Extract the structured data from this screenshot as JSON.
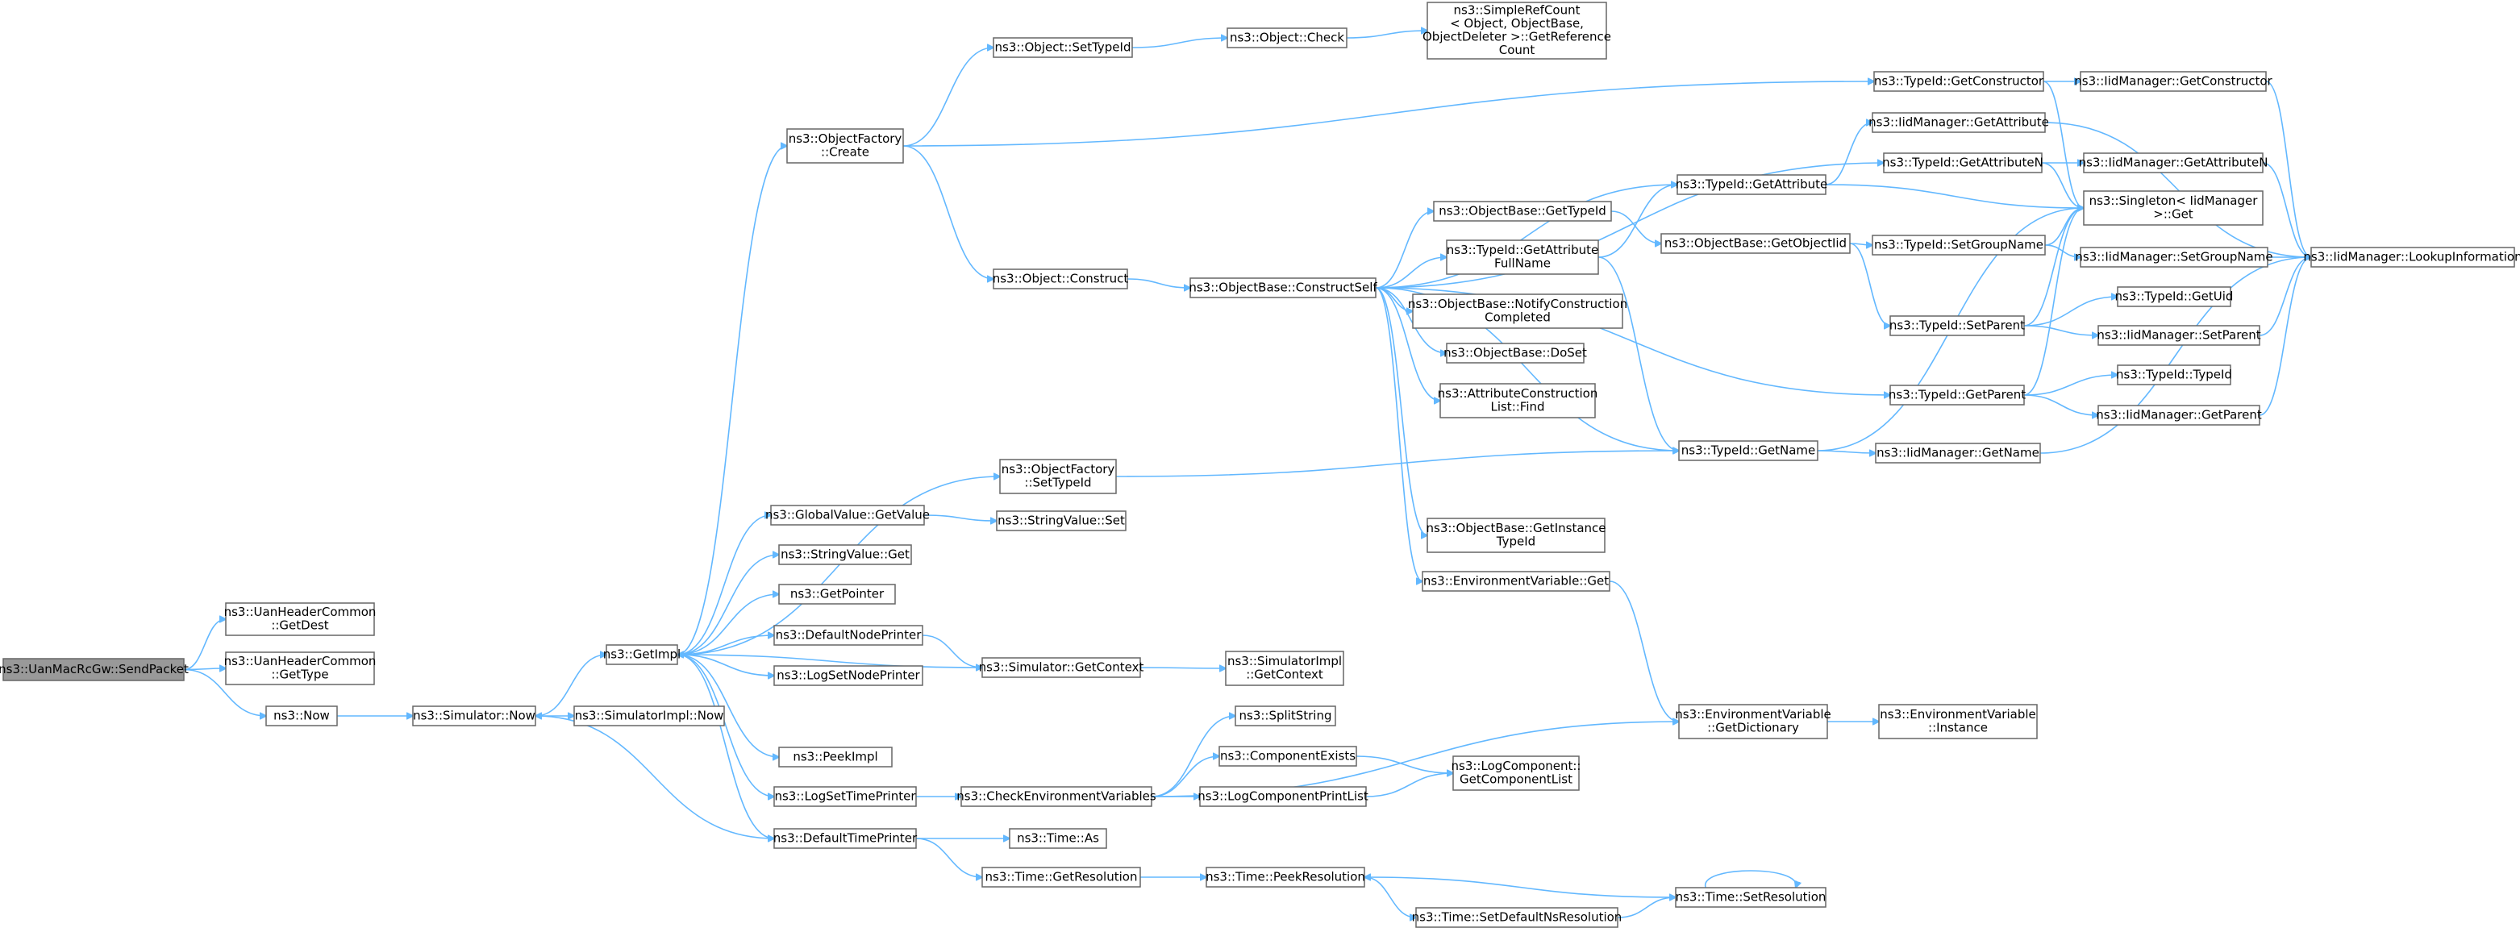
{
  "diagram": {
    "nodes": [
      {
        "id": "sendpacket",
        "lines": [
          "ns3::UanMacRcGw::SendPacket"
        ],
        "root": true
      },
      {
        "id": "getdest",
        "lines": [
          "ns3::UanHeaderCommon",
          "::GetDest"
        ]
      },
      {
        "id": "gettype",
        "lines": [
          "ns3::UanHeaderCommon",
          "::GetType"
        ]
      },
      {
        "id": "now",
        "lines": [
          "ns3::Now"
        ]
      },
      {
        "id": "sim_now",
        "lines": [
          "ns3::Simulator::Now"
        ]
      },
      {
        "id": "getimpl",
        "lines": [
          "ns3::GetImpl"
        ]
      },
      {
        "id": "simimpl_now",
        "lines": [
          "ns3::SimulatorImpl::Now"
        ]
      },
      {
        "id": "of_create",
        "lines": [
          "ns3::ObjectFactory",
          "::Create"
        ]
      },
      {
        "id": "of_settypeid",
        "lines": [
          "ns3::ObjectFactory",
          "::SetTypeId"
        ]
      },
      {
        "id": "gv_getvalue",
        "lines": [
          "ns3::GlobalValue::GetValue"
        ]
      },
      {
        "id": "sv_get",
        "lines": [
          "ns3::StringValue::Get"
        ]
      },
      {
        "id": "getpointer",
        "lines": [
          "ns3::GetPointer"
        ]
      },
      {
        "id": "defaultnodeprinter",
        "lines": [
          "ns3::DefaultNodePrinter"
        ]
      },
      {
        "id": "logsetnodeprinter",
        "lines": [
          "ns3::LogSetNodePrinter"
        ]
      },
      {
        "id": "peekimpl",
        "lines": [
          "ns3::PeekImpl"
        ]
      },
      {
        "id": "logsettimeprinter",
        "lines": [
          "ns3::LogSetTimePrinter"
        ]
      },
      {
        "id": "defaulttimeprinter",
        "lines": [
          "ns3::DefaultTimePrinter"
        ]
      },
      {
        "id": "obj_settypeid",
        "lines": [
          "ns3::Object::SetTypeId"
        ]
      },
      {
        "id": "obj_construct",
        "lines": [
          "ns3::Object::Construct"
        ]
      },
      {
        "id": "sv_set",
        "lines": [
          "ns3::StringValue::Set"
        ]
      },
      {
        "id": "sim_getcontext",
        "lines": [
          "ns3::Simulator::GetContext"
        ]
      },
      {
        "id": "checkenv",
        "lines": [
          "ns3::CheckEnvironmentVariables"
        ]
      },
      {
        "id": "time_as",
        "lines": [
          "ns3::Time::As"
        ]
      },
      {
        "id": "time_getres",
        "lines": [
          "ns3::Time::GetResolution"
        ]
      },
      {
        "id": "obj_check",
        "lines": [
          "ns3::Object::Check"
        ]
      },
      {
        "id": "simplerefcount",
        "lines": [
          "ns3::SimpleRefCount",
          "< Object, ObjectBase,",
          "ObjectDeleter >::GetReference",
          "Count"
        ]
      },
      {
        "id": "ob_constructself",
        "lines": [
          "ns3::ObjectBase::ConstructSelf"
        ]
      },
      {
        "id": "simimpl_getcontext",
        "lines": [
          "ns3::SimulatorImpl",
          "::GetContext"
        ]
      },
      {
        "id": "splitstring",
        "lines": [
          "ns3::SplitString"
        ]
      },
      {
        "id": "componentexists",
        "lines": [
          "ns3::ComponentExists"
        ]
      },
      {
        "id": "logcompprintlist",
        "lines": [
          "ns3::LogComponentPrintList"
        ]
      },
      {
        "id": "time_peekres",
        "lines": [
          "ns3::Time::PeekResolution"
        ]
      },
      {
        "id": "time_setdefaultns",
        "lines": [
          "ns3::Time::SetDefaultNsResolution"
        ]
      },
      {
        "id": "ob_gettypeid",
        "lines": [
          "ns3::ObjectBase::GetTypeId"
        ]
      },
      {
        "id": "tid_getattrfullname",
        "lines": [
          "ns3::TypeId::GetAttribute",
          "FullName"
        ]
      },
      {
        "id": "ob_notify",
        "lines": [
          "ns3::ObjectBase::NotifyConstruction",
          "Completed"
        ]
      },
      {
        "id": "ob_doset",
        "lines": [
          "ns3::ObjectBase::DoSet"
        ]
      },
      {
        "id": "acl_find",
        "lines": [
          "ns3::AttributeConstruction",
          "List::Find"
        ]
      },
      {
        "id": "ob_getinstancetypeid",
        "lines": [
          "ns3::ObjectBase::GetInstance",
          "TypeId"
        ]
      },
      {
        "id": "envvar_get",
        "lines": [
          "ns3::EnvironmentVariable::Get"
        ]
      },
      {
        "id": "logcomp_getlist",
        "lines": [
          "ns3::LogComponent::",
          "GetComponentList"
        ]
      },
      {
        "id": "tid_getattribute",
        "lines": [
          "ns3::TypeId::GetAttribute"
        ]
      },
      {
        "id": "tid_getname",
        "lines": [
          "ns3::TypeId::GetName"
        ]
      },
      {
        "id": "envvar_getdict",
        "lines": [
          "ns3::EnvironmentVariable",
          "::GetDictionary"
        ]
      },
      {
        "id": "time_setres",
        "lines": [
          "ns3::Time::SetResolution"
        ]
      },
      {
        "id": "ob_getobjectiid",
        "lines": [
          "ns3::ObjectBase::GetObjectIid"
        ]
      },
      {
        "id": "tid_getconstructor",
        "lines": [
          "ns3::TypeId::GetConstructor"
        ]
      },
      {
        "id": "iid_getattribute",
        "lines": [
          "ns3::IidManager::GetAttribute"
        ]
      },
      {
        "id": "tid_getattributen",
        "lines": [
          "ns3::TypeId::GetAttributeN"
        ]
      },
      {
        "id": "tid_setgroupname",
        "lines": [
          "ns3::TypeId::SetGroupName"
        ]
      },
      {
        "id": "tid_setparent",
        "lines": [
          "ns3::TypeId::SetParent"
        ]
      },
      {
        "id": "tid_getparent",
        "lines": [
          "ns3::TypeId::GetParent"
        ]
      },
      {
        "id": "iid_getname",
        "lines": [
          "ns3::IidManager::GetName"
        ]
      },
      {
        "id": "envvar_instance",
        "lines": [
          "ns3::EnvironmentVariable",
          "::Instance"
        ]
      },
      {
        "id": "iid_getconstructor",
        "lines": [
          "ns3::IidManager::GetConstructor"
        ]
      },
      {
        "id": "iid_getattributen",
        "lines": [
          "ns3::IidManager::GetAttributeN"
        ]
      },
      {
        "id": "singleton_get",
        "lines": [
          "ns3::Singleton< IidManager",
          " >::Get"
        ]
      },
      {
        "id": "iid_setgroupname",
        "lines": [
          "ns3::IidManager::SetGroupName"
        ]
      },
      {
        "id": "tid_getuid",
        "lines": [
          "ns3::TypeId::GetUid"
        ]
      },
      {
        "id": "iid_setparent",
        "lines": [
          "ns3::IidManager::SetParent"
        ]
      },
      {
        "id": "tid_typeid",
        "lines": [
          "ns3::TypeId::TypeId"
        ]
      },
      {
        "id": "iid_getparent",
        "lines": [
          "ns3::IidManager::GetParent"
        ]
      },
      {
        "id": "iid_lookup",
        "lines": [
          "ns3::IidManager::LookupInformation"
        ]
      }
    ],
    "edges": [
      [
        "sendpacket",
        "getdest"
      ],
      [
        "sendpacket",
        "gettype"
      ],
      [
        "sendpacket",
        "now"
      ],
      [
        "now",
        "sim_now"
      ],
      [
        "sim_now",
        "getimpl"
      ],
      [
        "sim_now",
        "simimpl_now"
      ],
      [
        "getimpl",
        "of_create"
      ],
      [
        "getimpl",
        "of_settypeid"
      ],
      [
        "getimpl",
        "gv_getvalue"
      ],
      [
        "getimpl",
        "sv_get"
      ],
      [
        "getimpl",
        "getpointer"
      ],
      [
        "getimpl",
        "defaultnodeprinter"
      ],
      [
        "getimpl",
        "logsetnodeprinter"
      ],
      [
        "getimpl",
        "peekimpl"
      ],
      [
        "getimpl",
        "logsettimeprinter"
      ],
      [
        "getimpl",
        "defaulttimeprinter"
      ],
      [
        "of_create",
        "obj_settypeid"
      ],
      [
        "of_create",
        "obj_construct"
      ],
      [
        "of_create",
        "tid_getconstructor"
      ],
      [
        "obj_settypeid",
        "obj_check"
      ],
      [
        "obj_check",
        "simplerefcount"
      ],
      [
        "obj_construct",
        "ob_constructself"
      ],
      [
        "of_settypeid",
        "tid_getname"
      ],
      [
        "gv_getvalue",
        "sv_set"
      ],
      [
        "defaultnodeprinter",
        "sim_getcontext"
      ],
      [
        "sim_getcontext",
        "getimpl"
      ],
      [
        "sim_getcontext",
        "simimpl_getcontext"
      ],
      [
        "logsettimeprinter",
        "checkenv"
      ],
      [
        "defaulttimeprinter",
        "sim_now"
      ],
      [
        "defaulttimeprinter",
        "time_as"
      ],
      [
        "defaulttimeprinter",
        "time_getres"
      ],
      [
        "checkenv",
        "splitstring"
      ],
      [
        "checkenv",
        "componentexists"
      ],
      [
        "checkenv",
        "logcompprintlist"
      ],
      [
        "checkenv",
        "envvar_getdict"
      ],
      [
        "componentexists",
        "logcomp_getlist"
      ],
      [
        "logcompprintlist",
        "logcomp_getlist"
      ],
      [
        "time_getres",
        "time_peekres"
      ],
      [
        "time_setres",
        "time_peekres"
      ],
      [
        "time_setres",
        "time_setres"
      ],
      [
        "time_peekres",
        "time_setdefaultns"
      ],
      [
        "time_setdefaultns",
        "time_setres"
      ],
      [
        "ob_constructself",
        "ob_gettypeid"
      ],
      [
        "ob_constructself",
        "tid_getattrfullname"
      ],
      [
        "ob_constructself",
        "ob_notify"
      ],
      [
        "ob_constructself",
        "ob_doset"
      ],
      [
        "ob_constructself",
        "acl_find"
      ],
      [
        "ob_constructself",
        "ob_getinstancetypeid"
      ],
      [
        "ob_constructself",
        "envvar_get"
      ],
      [
        "ob_constructself",
        "tid_getattribute"
      ],
      [
        "ob_constructself",
        "tid_getattributen"
      ],
      [
        "ob_constructself",
        "tid_getname"
      ],
      [
        "ob_constructself",
        "tid_getparent"
      ],
      [
        "ob_gettypeid",
        "ob_getobjectiid"
      ],
      [
        "tid_getattrfullname",
        "tid_getattribute"
      ],
      [
        "tid_getattrfullname",
        "tid_getname"
      ],
      [
        "envvar_get",
        "envvar_getdict"
      ],
      [
        "envvar_getdict",
        "envvar_instance"
      ],
      [
        "tid_getattribute",
        "iid_getattribute"
      ],
      [
        "tid_getattribute",
        "singleton_get"
      ],
      [
        "tid_getname",
        "iid_getname"
      ],
      [
        "tid_getname",
        "singleton_get"
      ],
      [
        "ob_getobjectiid",
        "tid_setgroupname"
      ],
      [
        "ob_getobjectiid",
        "tid_setparent"
      ],
      [
        "tid_getconstructor",
        "iid_getconstructor"
      ],
      [
        "tid_getconstructor",
        "singleton_get"
      ],
      [
        "iid_getattribute",
        "iid_lookup"
      ],
      [
        "tid_getattributen",
        "iid_getattributen"
      ],
      [
        "tid_getattributen",
        "singleton_get"
      ],
      [
        "tid_setgroupname",
        "iid_setgroupname"
      ],
      [
        "tid_setgroupname",
        "singleton_get"
      ],
      [
        "tid_setparent",
        "tid_getuid"
      ],
      [
        "tid_setparent",
        "iid_setparent"
      ],
      [
        "tid_setparent",
        "singleton_get"
      ],
      [
        "tid_getparent",
        "tid_typeid"
      ],
      [
        "tid_getparent",
        "iid_getparent"
      ],
      [
        "tid_getparent",
        "singleton_get"
      ],
      [
        "iid_getname",
        "iid_lookup"
      ],
      [
        "iid_getconstructor",
        "iid_lookup"
      ],
      [
        "iid_getattributen",
        "iid_lookup"
      ],
      [
        "iid_setgroupname",
        "iid_lookup"
      ],
      [
        "iid_setparent",
        "iid_lookup"
      ],
      [
        "iid_getparent",
        "iid_lookup"
      ]
    ]
  }
}
